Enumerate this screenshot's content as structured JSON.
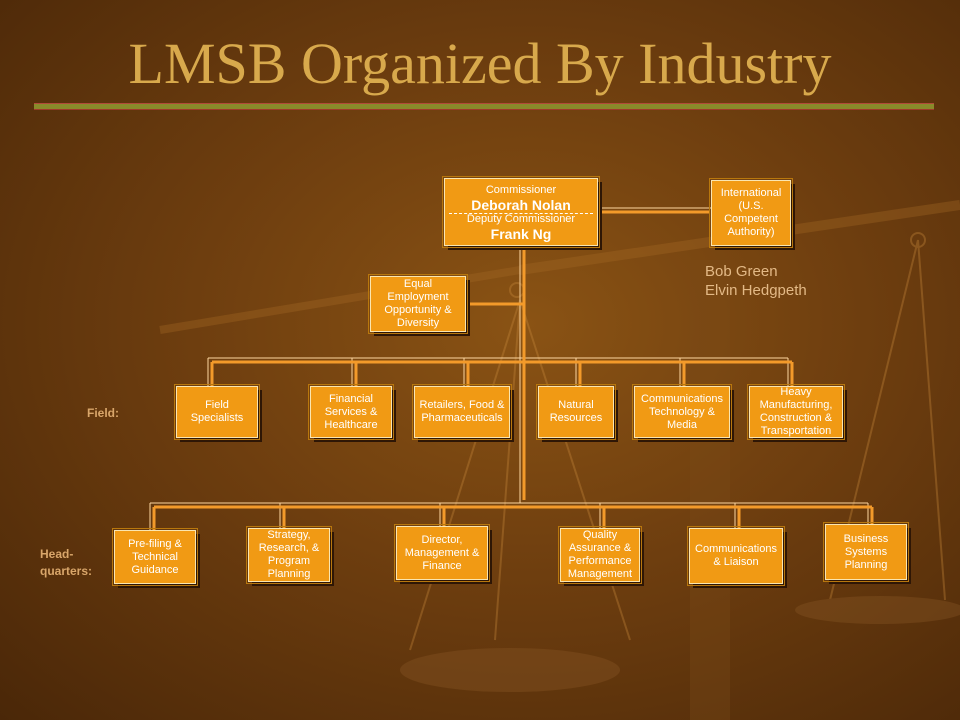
{
  "page": {
    "title": "LMSB Organized By Industry"
  },
  "commissioner": {
    "line1": "Commissioner",
    "line2": "Deborah Nolan",
    "line3": "Deputy Commissioner",
    "line4": "Frank Ng"
  },
  "international": {
    "label": "International (U.S. Competent Authority)",
    "names": [
      "Bob Green",
      "Elvin Hedgpeth"
    ]
  },
  "eeo": {
    "label": "Equal Employment Opportunity & Diversity"
  },
  "row_labels": {
    "field": "Field:",
    "hq": "Head-\nquarters:"
  },
  "field_units": [
    "Field Specialists",
    "Financial Services & Healthcare",
    "Retailers, Food & Pharmaceuticals",
    "Natural Resources",
    "Communications Technology & Media",
    "Heavy Manufacturing, Construction & Transportation"
  ],
  "hq_units": [
    "Pre-filing & Technical Guidance",
    "Strategy, Research, & Program Planning",
    "Director, Management & Finance",
    "Quality Assurance & Performance Management",
    "Communications & Liaison",
    "Business Systems Planning"
  ]
}
